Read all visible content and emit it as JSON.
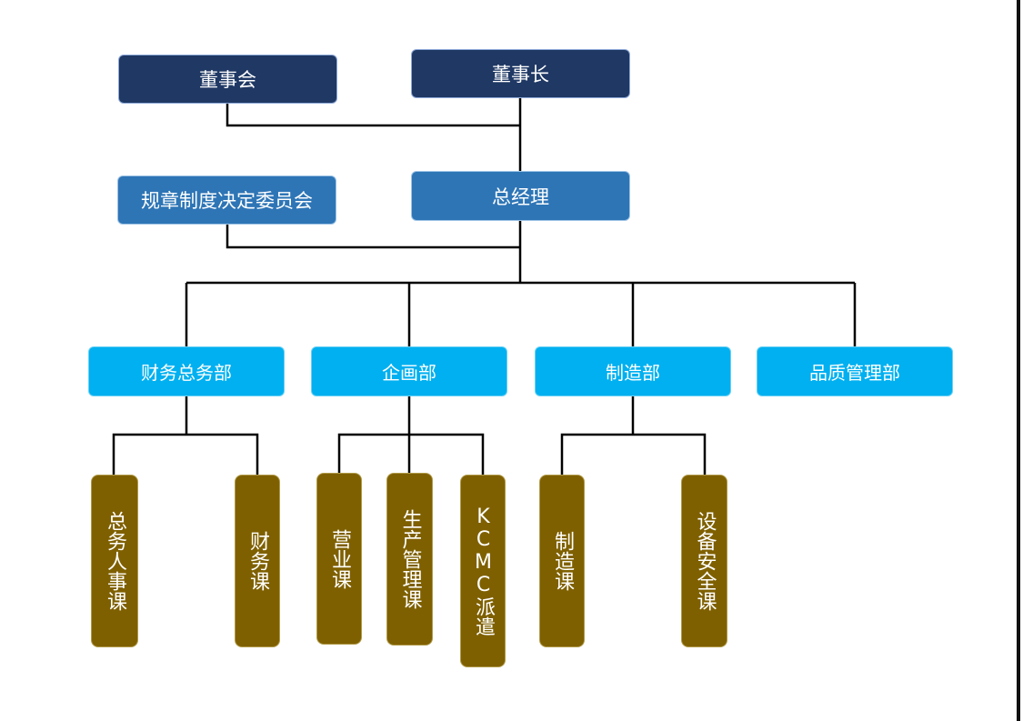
{
  "top": {
    "board": "董事会",
    "chairman": "董事长"
  },
  "middle": {
    "committee": "规章制度决定委员会",
    "general_manager": "总经理"
  },
  "departments": {
    "finance": "财务总务部",
    "planning": "企画部",
    "manufacturing": "制造部",
    "quality": "品质管理部"
  },
  "sections": {
    "general_hr": "总务人事课",
    "finance": "财务课",
    "sales": "营业课",
    "production": "生产管理课",
    "kcmc": "KCMC派遣",
    "manufacturing": "制造课",
    "equipment_safety": "设备安全课"
  },
  "colors": {
    "top_level": "#1f3864",
    "management": "#2e75b6",
    "department": "#00b0f0",
    "section": "#7f6000",
    "connector": "#000000"
  }
}
